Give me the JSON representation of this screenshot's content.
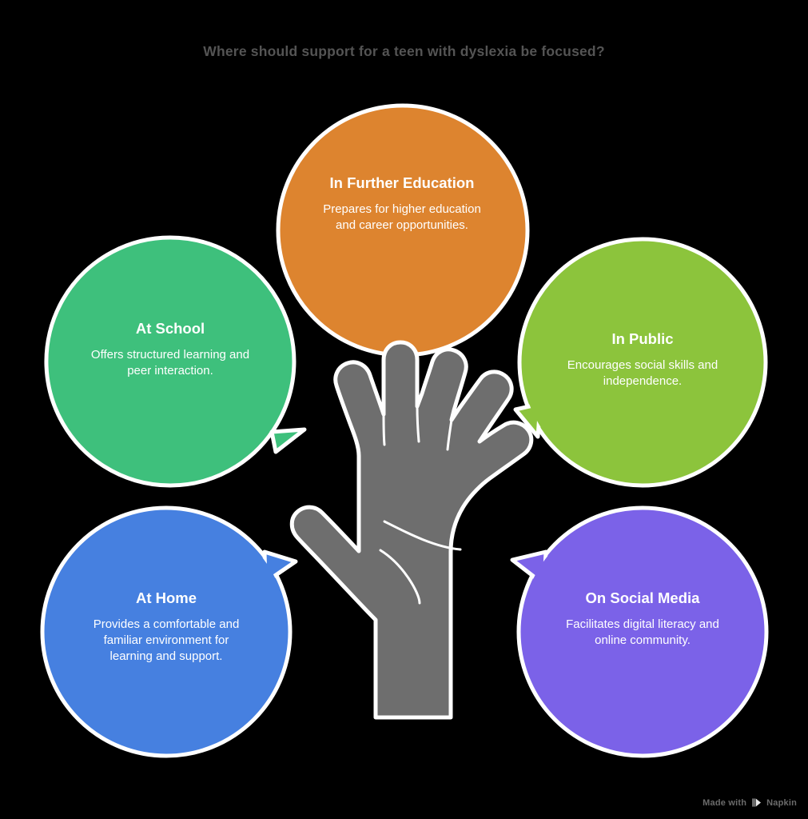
{
  "title": "Where should support for a teen with dyslexia be focused?",
  "background_color": "#000000",
  "title_color": "#545454",
  "center_icon": {
    "name": "open-hand-icon",
    "fill": "#6e6e6e",
    "outline": "#ffffff"
  },
  "bubbles": [
    {
      "id": "at-school",
      "title": "At School",
      "description": "Offers structured learning and peer interaction.",
      "color": "#3ec07c",
      "tail_direction": "right"
    },
    {
      "id": "in-further-education",
      "title": "In Further Education",
      "description": "Prepares for higher education and career opportunities.",
      "color": "#dd842f",
      "tail_direction": "down"
    },
    {
      "id": "in-public",
      "title": "In Public",
      "description": "Encourages social skills and independence.",
      "color": "#8cc43c",
      "tail_direction": "left"
    },
    {
      "id": "at-home",
      "title": "At Home",
      "description": "Provides a comfortable and familiar environment for learning and support.",
      "color": "#4680e0",
      "tail_direction": "right"
    },
    {
      "id": "on-social-media",
      "title": "On Social Media",
      "description": "Facilitates digital literacy and online community.",
      "color": "#7b62e8",
      "tail_direction": "left"
    }
  ],
  "watermark": {
    "prefix": "Made with",
    "brand": "Napkin",
    "color": "#6b6b6b"
  }
}
